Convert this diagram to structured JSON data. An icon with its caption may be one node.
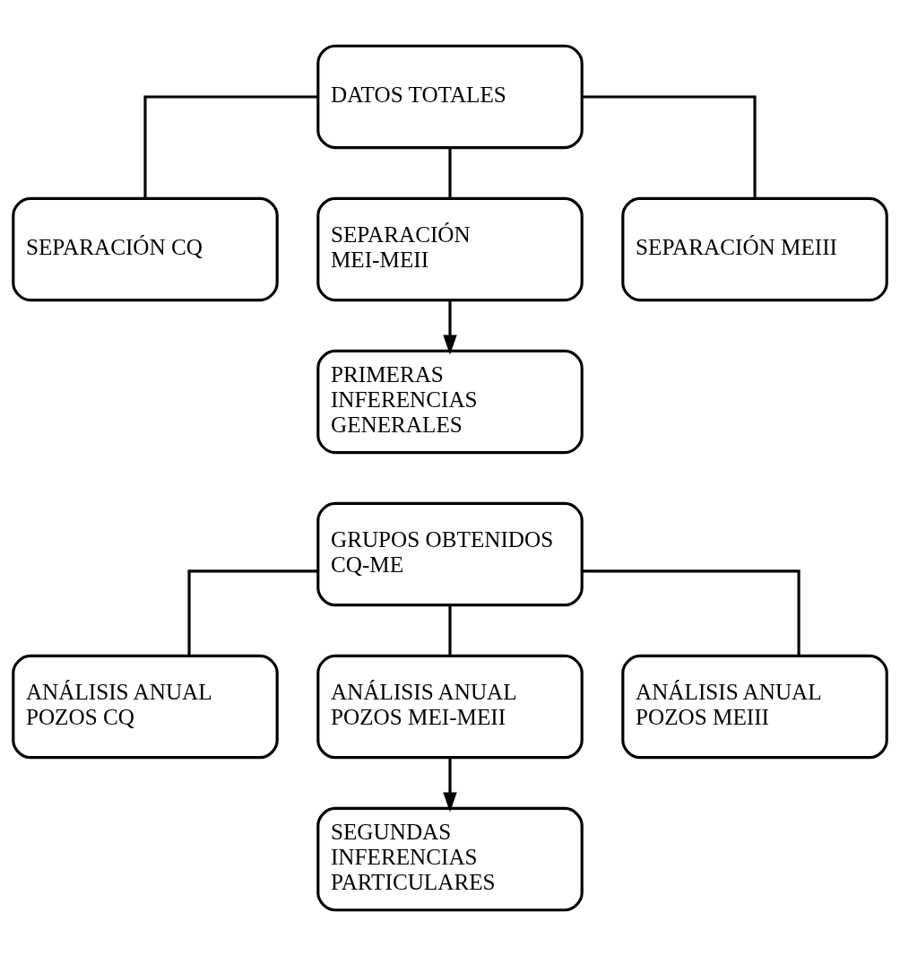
{
  "diagram": {
    "nodes": [
      {
        "text": [
          "DATOS TOTALES"
        ]
      },
      {
        "text": [
          "SEPARACIÓN CQ"
        ]
      },
      {
        "text": [
          "SEPARACIÓN MEI-MEII"
        ]
      },
      {
        "text": [
          "SEPARACIÓN MEIII"
        ]
      },
      {
        "text": [
          "PRIMERAS INFERENCIAS GENERALES"
        ]
      },
      {
        "text": [
          "GRUPOS OBTENIDOS CQ-ME"
        ]
      },
      {
        "text": [
          "ANÁLISIS ANUAL POZOS CQ"
        ]
      },
      {
        "text": [
          "ANÁLISIS ANUAL POZOS MEI-MEII"
        ]
      },
      {
        "text": [
          "ANÁLISIS ANUAL POZOS MEIII"
        ]
      },
      {
        "text": [
          "SEGUNDAS INFERENCIAS PARTICULARES"
        ]
      }
    ],
    "edges": [
      {
        "from": 0,
        "to": 1,
        "arrow": "none"
      },
      {
        "from": 0,
        "to": 2,
        "arrow": "none"
      },
      {
        "from": 0,
        "to": 3,
        "arrow": "none"
      },
      {
        "from": 2,
        "to": 4,
        "arrow": "to"
      },
      {
        "from": 5,
        "to": 6,
        "arrow": "none"
      },
      {
        "from": 5,
        "to": 7,
        "arrow": "none"
      },
      {
        "from": 5,
        "to": 8,
        "arrow": "none"
      },
      {
        "from": 7,
        "to": 9,
        "arrow": "to"
      }
    ]
  }
}
